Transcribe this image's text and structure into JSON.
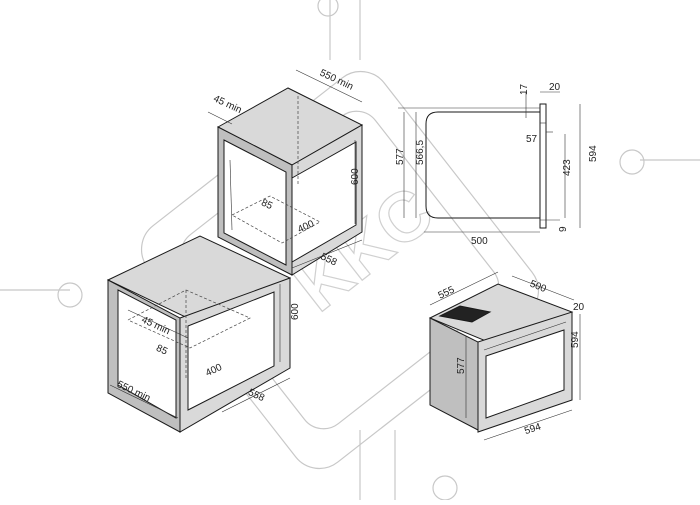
{
  "diagram": {
    "upper_cabinet": {
      "gap_top": "45 min",
      "depth": "550 min",
      "height": "600",
      "cut_depth": "85",
      "cut_width": "400",
      "width": "558"
    },
    "lower_cabinet": {
      "gap_top": "45 min",
      "depth": "550 min",
      "height": "600",
      "cut_depth": "85",
      "cut_width": "400",
      "width": "558"
    },
    "side_view": {
      "d_17": "17",
      "d_20": "20",
      "d_57": "57",
      "d_577": "577",
      "d_566_5": "566,5",
      "d_594": "594",
      "d_423": "423",
      "d_9": "9",
      "d_500": "500"
    },
    "oven_iso": {
      "d_555": "555",
      "d_500": "500",
      "d_20": "20",
      "d_594_height": "594",
      "d_577": "577",
      "d_594_width": "594"
    },
    "watermark_text": "KKC"
  },
  "colors": {
    "line": "#1a1a1a",
    "cabinet_fill": "#d9d9d9",
    "watermark": "#c8c8c8"
  }
}
